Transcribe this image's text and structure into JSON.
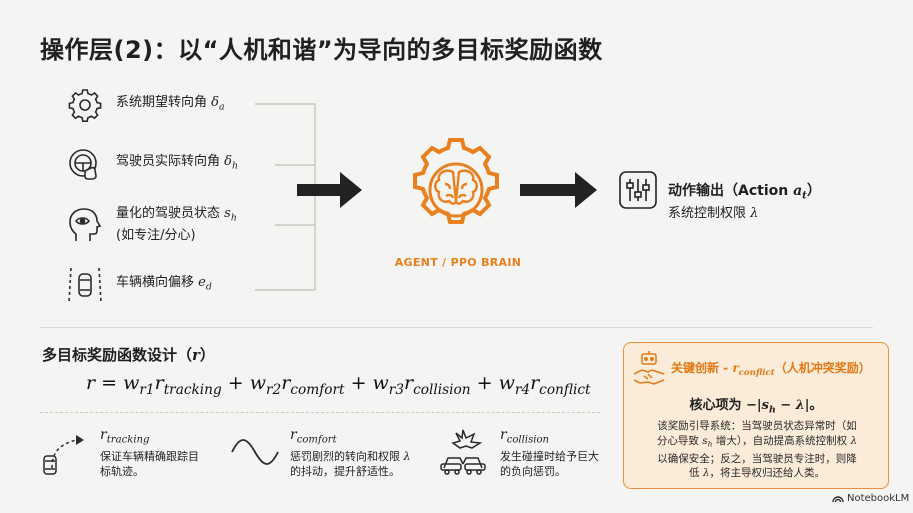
{
  "title": "操作层(2)：以“人机和谐”为导向的多目标奖励函数",
  "inputs": [
    {
      "text": "系统期望转向角 ",
      "sym": "δ",
      "sub": "a",
      "icon": "gear-icon"
    },
    {
      "text": "驾驶员实际转向角 ",
      "sym": "δ",
      "sub": "h",
      "icon": "steering-wheel-hand-icon"
    },
    {
      "text": "量化的驾驶员状态 ",
      "sym": "s",
      "sub": "h",
      "line2": "(如专注/分心)",
      "icon": "head-eye-icon"
    },
    {
      "text": "车辆横向偏移 ",
      "sym": "e",
      "sub": "d",
      "icon": "car-lane-icon"
    }
  ],
  "agent_label": "AGENT / PPO BRAIN",
  "output": {
    "title_prefix": "动作输出（Action ",
    "sym": "a",
    "sub": "t",
    "title_suffix": "）",
    "subtitle_text": "系统控制权限 ",
    "subtitle_sym": "λ"
  },
  "section_title": "多目标奖励函数设计（",
  "section_sym": "r",
  "section_close": "）",
  "formula": {
    "lhs": "r",
    "terms": [
      {
        "w": "w",
        "wsub": "r1",
        "r": "r",
        "rsub": "tracking"
      },
      {
        "w": "w",
        "wsub": "r2",
        "r": "r",
        "rsub": "comfort"
      },
      {
        "w": "w",
        "wsub": "r3",
        "r": "r",
        "rsub": "collision"
      },
      {
        "w": "w",
        "wsub": "r4",
        "r": "r",
        "rsub": "conflict"
      }
    ]
  },
  "terms": [
    {
      "sym": "r",
      "sub": "tracking",
      "l1": "保证车辆精确跟踪目",
      "l2": "标轨迹。",
      "icon": "car-trajectory-icon"
    },
    {
      "sym": "r",
      "sub": "comfort",
      "l1": "惩罚剧烈的转向和权限 ",
      "l1sym": "λ",
      "l2": "的抖动，提升舒适性。",
      "icon": "sine-wave-icon"
    },
    {
      "sym": "r",
      "sub": "collision",
      "l1": "发生碰撞时给予巨大",
      "l2": "的负向惩罚。",
      "icon": "car-crash-icon"
    }
  ],
  "callout": {
    "title_prefix": "关键创新 - ",
    "title_sym": "r",
    "title_sub": "conflict",
    "title_suffix": "（人机冲突奖励）",
    "core_prefix": "核心项为 ",
    "core_formula": "−|s",
    "core_sub": "h",
    "core_formula2": " − λ|",
    "core_suffix": "。",
    "body1": "该奖励引导系统：当驾驶员状态异常时（如",
    "body2a": "分心导致 ",
    "body2sym": "s",
    "body2sub": "h",
    "body2b": " 增大），自动提高系统控制权 ",
    "body2lam": "λ",
    "body3": "以确保安全；反之，当驾驶员专注时，则降",
    "body4a": "低 ",
    "body4lam": "λ",
    "body4b": "，将主导权归还给人类。"
  },
  "brand": "NotebookLM",
  "colors": {
    "accent": "#e8801f",
    "dark": "#222222",
    "callout_bg": "#fbebd9",
    "background": "#f4f4f2"
  }
}
